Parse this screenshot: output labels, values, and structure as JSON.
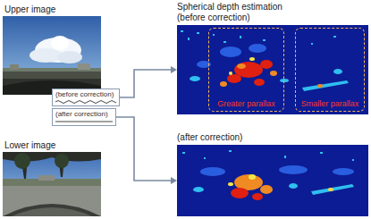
{
  "diagram": {
    "nodes": [
      {
        "text": [
          "(before correction)"
        ]
      },
      {
        "text": [
          "(after correction)"
        ]
      },
      {
        "text": [
          "Spherical depth estimation (before correction)"
        ]
      },
      {
        "text": [
          "Greater parallax"
        ],
        "in": 2
      },
      {
        "text": [
          "Smaller parallax"
        ],
        "in": 2
      },
      {
        "text": [
          "(after correction)"
        ]
      }
    ],
    "edges": [
      {
        "from": 0,
        "to": 2,
        "arrow": "to"
      },
      {
        "from": 1,
        "to": 5,
        "arrow": "to"
      }
    ],
    "labels": [
      "Upper image",
      "Lower image"
    ]
  }
}
